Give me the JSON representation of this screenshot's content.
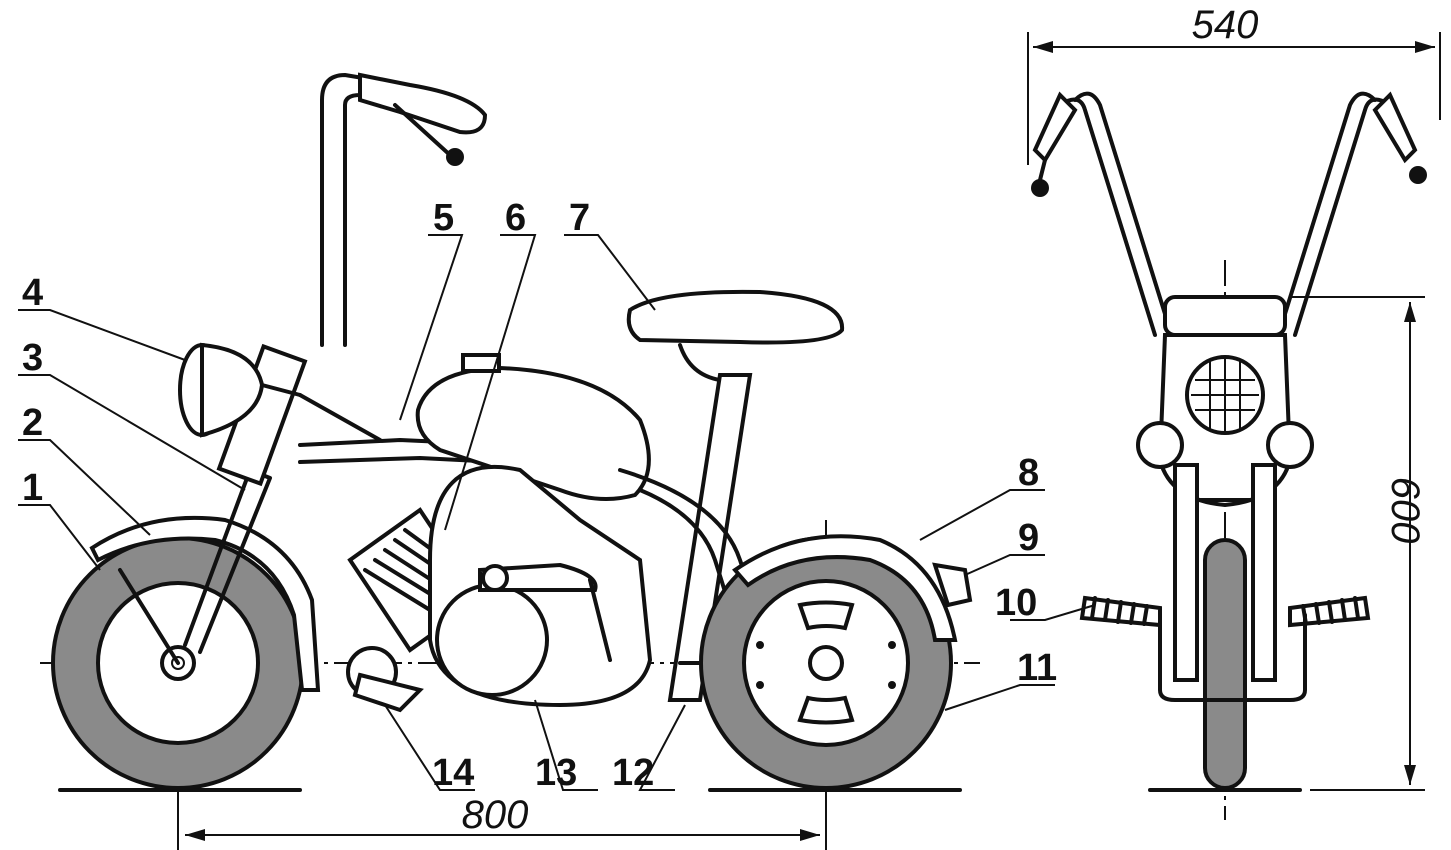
{
  "labels": [
    "1",
    "2",
    "3",
    "4",
    "5",
    "6",
    "7",
    "8",
    "9",
    "10",
    "11",
    "12",
    "13",
    "14"
  ],
  "dimensions": {
    "wheelbase": "800",
    "handlebar_width": "540",
    "height": "600"
  }
}
